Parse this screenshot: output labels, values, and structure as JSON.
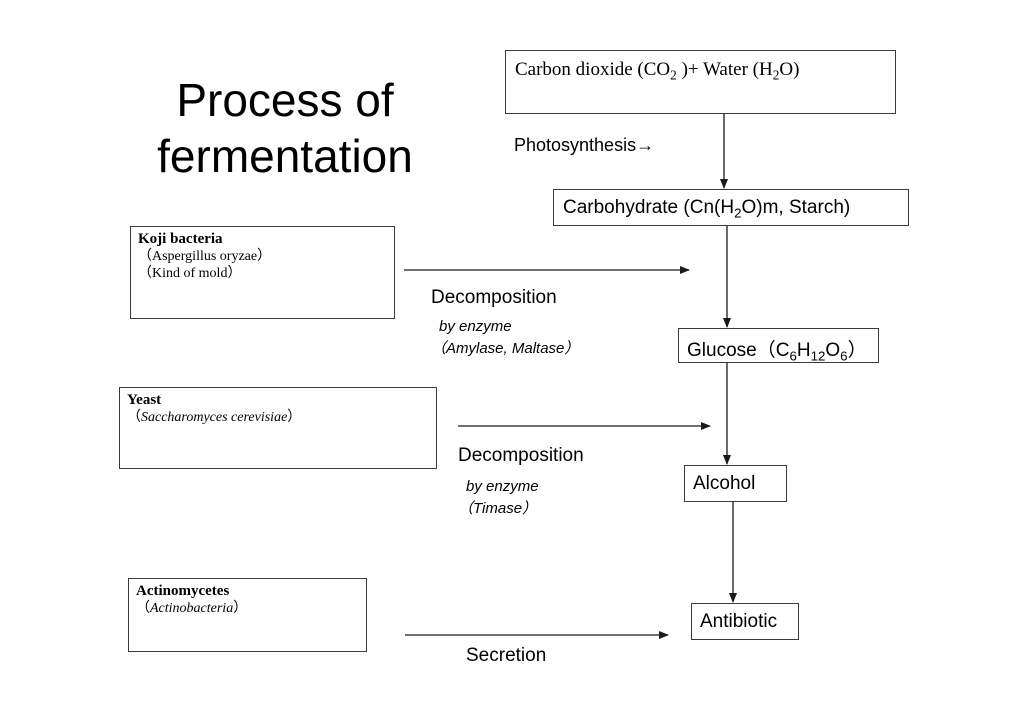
{
  "title": {
    "line1": "Process of",
    "line2": "fermentation"
  },
  "chain": {
    "co2_water": {
      "pre": "Carbon dioxide (CO",
      "sub1": "2",
      "mid": " )+ Water (H",
      "sub2": "2",
      "post": "O)"
    },
    "photosynthesis_label": "Photosynthesis→",
    "carbohydrate": {
      "pre": "Carbohydrate (Cn(H",
      "sub1": "2",
      "post": "O)m, Starch)"
    },
    "glucose": {
      "pre": "Glucose（C",
      "sub1": "6",
      "mid1": "H",
      "sub2": "12",
      "mid2": "O",
      "sub3": "6",
      "post": "）"
    },
    "alcohol": "Alcohol",
    "antibiotic": "Antibiotic"
  },
  "organisms": [
    {
      "name": "Koji bacteria",
      "lines": [
        "（Aspergillus oryzae）",
        "（Kind of mold）"
      ]
    },
    {
      "name": "Yeast",
      "open": "（",
      "species": "Saccharomyces cerevisiae",
      "close": "）"
    },
    {
      "name": "Actinomycetes",
      "open": "（",
      "species": "Actinobacteria",
      "close": "）"
    }
  ],
  "processes": [
    {
      "label": "Decomposition",
      "enzyme_line1": "by enzyme",
      "enzyme_line2": "（Amylase, Maltase）"
    },
    {
      "label": "Decomposition",
      "enzyme_line1": "by enzyme",
      "enzyme_line2": "（Timase）"
    },
    {
      "label": "Secretion"
    }
  ],
  "colors": {
    "line": "#1a1a1a",
    "border": "#3a3a3a",
    "background": "#ffffff"
  }
}
